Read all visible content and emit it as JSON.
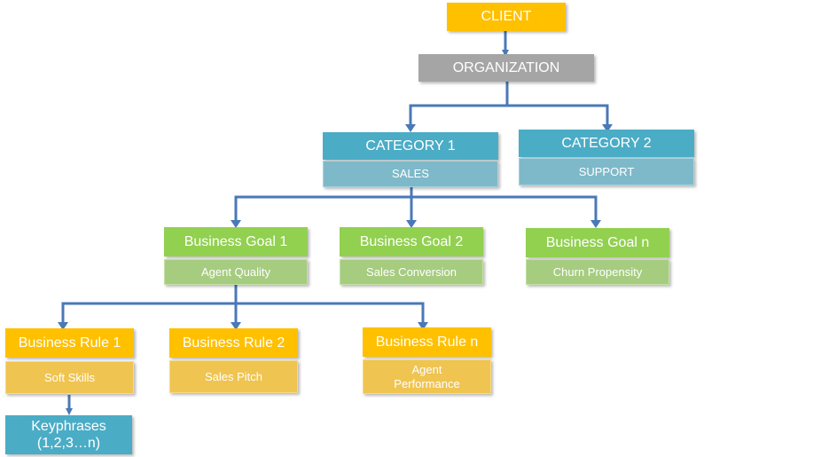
{
  "client": "CLIENT",
  "organization": "ORGANIZATION",
  "categories": [
    {
      "title": "CATEGORY 1",
      "sub": "SALES"
    },
    {
      "title": "CATEGORY 2",
      "sub": "SUPPORT"
    }
  ],
  "goals": [
    {
      "title": "Business Goal 1",
      "sub": "Agent Quality"
    },
    {
      "title": "Business Goal 2",
      "sub": "Sales Conversion"
    },
    {
      "title": "Business Goal n",
      "sub": "Churn Propensity"
    }
  ],
  "rules": [
    {
      "title": "Business Rule 1",
      "sub": "Soft Skills"
    },
    {
      "title": "Business Rule 2",
      "sub": "Sales Pitch"
    },
    {
      "title": "Business Rule n",
      "sub": "Agent Performance"
    }
  ],
  "keyphrases": "Keyphrases (1,2,3…n)",
  "colors": {
    "client": "#ffc000",
    "organization": "#a5a5a5",
    "category": "#4bacc6",
    "goal": "#92d050",
    "rule": "#ffc000",
    "connector": "#4a78b8"
  }
}
